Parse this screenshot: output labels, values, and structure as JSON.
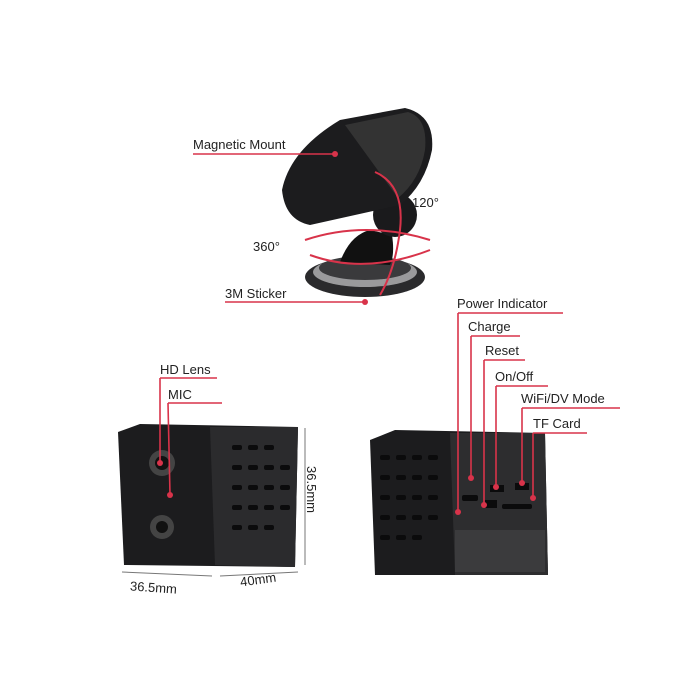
{
  "mount": {
    "magnetic_mount": "Magnetic Mount",
    "tilt_angle": "120°",
    "rotation_angle": "360°",
    "sticker": "3M Sticker"
  },
  "front_view": {
    "hd_lens": "HD Lens",
    "mic": "MIC",
    "height": "36.5mm",
    "width": "36.5mm",
    "depth": "40mm"
  },
  "back_view": {
    "power_indicator": "Power Indicator",
    "charge": "Charge",
    "reset": "Reset",
    "on_off": "On/Off",
    "wifi_dv_mode": "WiFi/DV Mode",
    "tf_card": "TF Card"
  },
  "colors": {
    "callout": "#d8334a",
    "body": "#1c1c1e"
  }
}
